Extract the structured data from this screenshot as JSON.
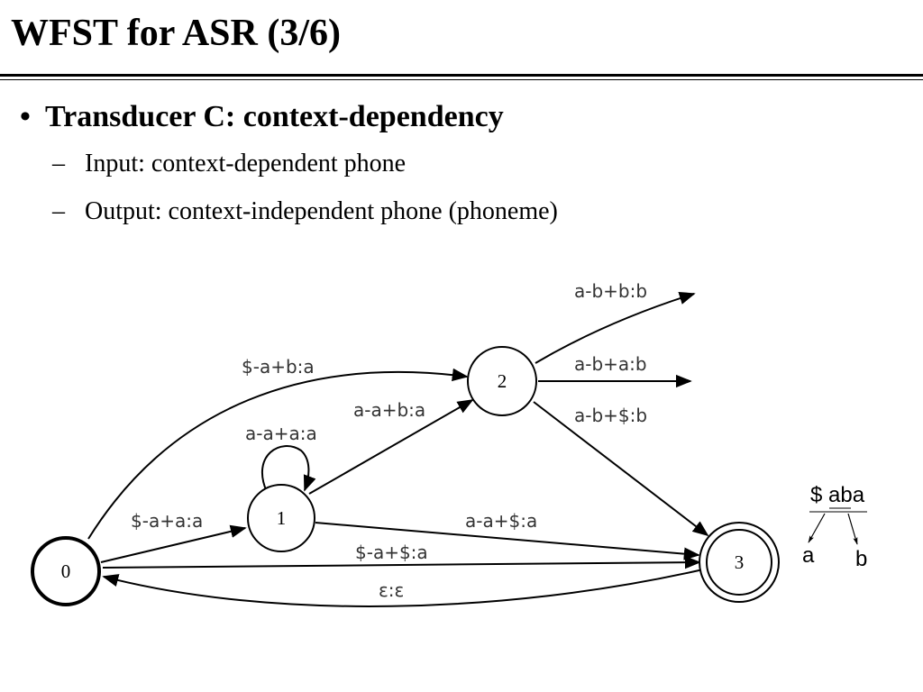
{
  "slide": {
    "title": "WFST for ASR (3/6)",
    "bullet": "Transducer C: context-dependency",
    "sub_bullets": [
      "Input: context-dependent phone",
      "Output: context-independent phone (phoneme)"
    ],
    "bullet_symbol": "•",
    "dash_symbol": "–"
  },
  "diagram": {
    "states": [
      "0",
      "1",
      "2",
      "3"
    ],
    "initial_state": "0",
    "final_state": "3",
    "arcs": [
      {
        "from": "0",
        "to": "2",
        "label": "$-a+b:a"
      },
      {
        "from": "0",
        "to": "1",
        "label": "$-a+a:a"
      },
      {
        "from": "1",
        "to": "1",
        "label": "a-a+a:a"
      },
      {
        "from": "1",
        "to": "2",
        "label": "a-a+b:a"
      },
      {
        "from": "1",
        "to": "3",
        "label": "a-a+$:a"
      },
      {
        "from": "0",
        "to": "3",
        "label": "$-a+$:a"
      },
      {
        "from": "3",
        "to": "0",
        "label": "ε:ε"
      },
      {
        "from": "2",
        "to": "",
        "label": "a-b+b:b"
      },
      {
        "from": "2",
        "to": "",
        "label": "a-b+a:b"
      },
      {
        "from": "2",
        "to": "3",
        "label": "a-b+$:b"
      }
    ]
  },
  "side_example": {
    "top": "$ aba",
    "left": "a",
    "right": "b"
  }
}
